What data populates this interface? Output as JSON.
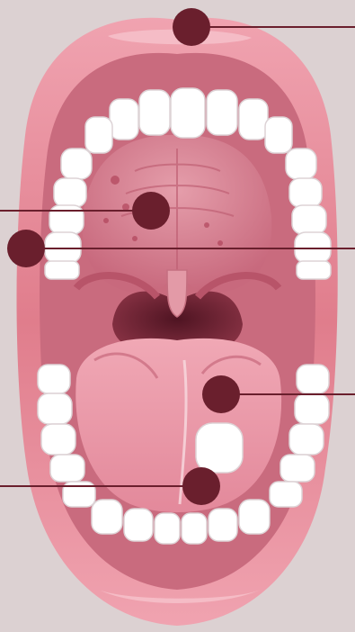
{
  "diagram": {
    "subject": "open-mouth-anatomy",
    "colors": {
      "background": "#dcd1d2",
      "lip": "#e07d8c",
      "lip_highlight": "#f4b9c3",
      "lip_shadow": "#b84c60",
      "mouth_interior": "#c86d7f",
      "palate": "#dd8f9d",
      "palate_dark": "#b1485d",
      "throat": "#6d2231",
      "tongue": "#e99aa9",
      "tongue_shade": "#d57a8c",
      "teeth": "#ffffff",
      "teeth_outline": "#ddd3d6",
      "marker": "#6a1f2d",
      "leader_line": "#6a1f2d"
    },
    "markers": [
      {
        "id": "upper-lip",
        "points_to": "right"
      },
      {
        "id": "hard-palate",
        "points_to": "left"
      },
      {
        "id": "upper-teeth-left",
        "points_to": "right"
      },
      {
        "id": "tongue",
        "points_to": "right"
      },
      {
        "id": "lower-teeth",
        "points_to": "left"
      }
    ]
  }
}
